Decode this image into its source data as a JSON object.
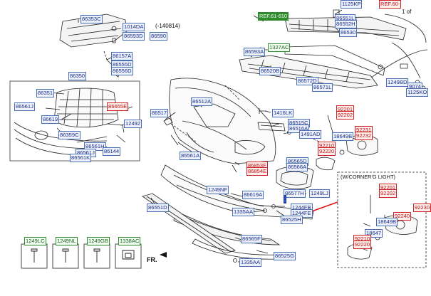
{
  "labels": {
    "l86353c": "86353C",
    "l1014da": "1014DA",
    "l86593d": "86593D",
    "l140814": "(-140814)",
    "l86590": "86590",
    "l86157a": "86157A",
    "l86555d": "86555D",
    "l86556d": "86556D",
    "l86350": "86350",
    "l86351": "86351",
    "l86561j": "86561J",
    "l86655e": "86655E",
    "l86619": "86619",
    "l86359c": "86359C",
    "l12492": "12492",
    "l86561h": "86561H",
    "l86561k": "86561K",
    "l86144": "86144",
    "lref": "REF.61-610",
    "lref2": "REF.60-",
    "l86530": "86530",
    "l86551l": "86551L",
    "l86552h": "86552H",
    "l1327ac": "1327AC",
    "l86593a": "86593A",
    "l86520b": "86520B",
    "l86572d": "86572D",
    "l86571l": "86571L",
    "l1249bd": "1249BD",
    "l86512a": "86512A",
    "l86517": "86517",
    "l1416lk": "1416LK",
    "l86515c": "86515C",
    "l86516a": "86516A",
    "l1491ad": "1491AD",
    "l86561a": "86561A",
    "l86853f": "86853F",
    "l86854e": "86854E",
    "l92201a": "92201",
    "l92202a": "92202",
    "l92231": "92231",
    "l92232": "92232",
    "l18649ba": "18649B",
    "l92210": "92210",
    "l92220": "92220",
    "l86565d": "86565D",
    "l86566a": "86566A",
    "l1249nf": "1249NF",
    "l86619a": "86619A",
    "l86577h": "86577H",
    "l1249lj": "1249LJ",
    "l1244fb": "1244FB",
    "l1244fe": "1244FE",
    "l86525h": "86525H",
    "l1335aa": "1335AA",
    "l86551d": "86551D",
    "l86565f": "86565F",
    "l86525g": "86525G",
    "l1335aa2": "1335AA",
    "l92201b": "92201",
    "l92202b": "92202",
    "l92240": "92240",
    "l18649bb": "18649B",
    "l18647": "18647",
    "l92210b": "92210",
    "l92220b": "92220",
    "l92230": "92230",
    "l1125kp": "1125KP",
    "l1125ko": "1125KO",
    "l9074": "9074"
  },
  "cornering_title": "(W/CORNER'G LIGHT)",
  "fr_label": "FR.",
  "page_indicator": "1 of",
  "legend": [
    {
      "code": "1249LC"
    },
    {
      "code": "1249NL"
    },
    {
      "code": "1249GB"
    },
    {
      "code": "1338AC"
    }
  ],
  "colors": {
    "label_border": "#4a6fb5",
    "highlight_red": "#d12020",
    "ref_green": "#2e8b2e",
    "selected_fill": "#2d4fc4",
    "arrow": "#e01010"
  }
}
